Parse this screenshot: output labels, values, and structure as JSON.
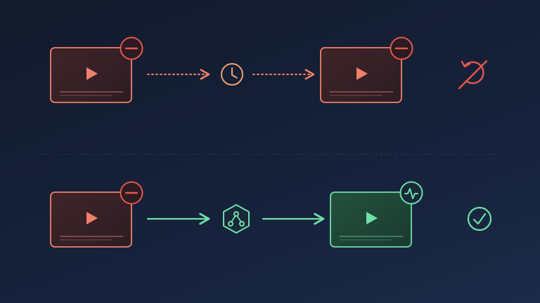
{
  "colors": {
    "accent_red": "#f0806a",
    "accent_red_dark": "#e5574d",
    "accent_green": "#6fe0a8",
    "card_red_fill": "#3a2327",
    "card_green_fill": "#1f4034",
    "divider": "#2a3a55"
  },
  "rows": [
    {
      "name": "failing-path",
      "source_card": {
        "status_icon": "minus-circle-icon",
        "media_icon": "play-icon"
      },
      "connector": {
        "style": "dotted",
        "icon": "clock-icon"
      },
      "target_card": {
        "status_icon": "minus-circle-icon",
        "media_icon": "play-icon"
      },
      "result_icon": "sync-disabled-icon"
    },
    {
      "name": "healthy-path",
      "source_card": {
        "status_icon": "minus-circle-icon",
        "media_icon": "play-icon"
      },
      "connector": {
        "style": "solid",
        "icon": "hexagon-network-icon"
      },
      "target_card": {
        "status_icon": "activity-pulse-icon",
        "media_icon": "play-icon"
      },
      "result_icon": "check-circle-icon"
    }
  ]
}
